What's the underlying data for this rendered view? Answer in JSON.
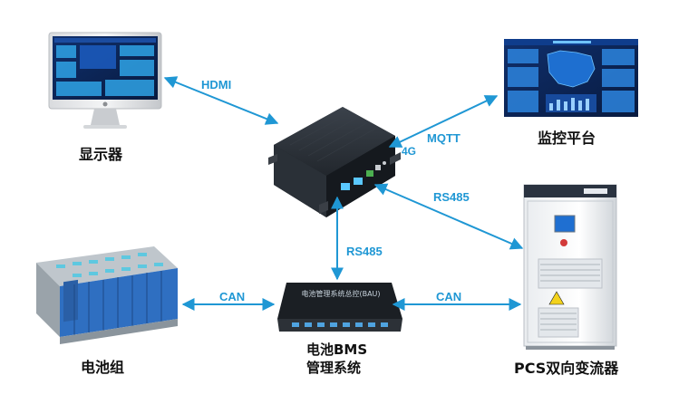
{
  "nodes": {
    "monitor": "显示器",
    "platform": "监控平台",
    "battery": "电池组",
    "bms_line1": "电池BMS",
    "bms_line2": "管理系统",
    "pcs": "PCS双向变流器",
    "bms_panel_text": "电池管理系统总控(BAU)",
    "gateway_port_label": "4G"
  },
  "connections": {
    "hdmi": "HDMI",
    "mqtt": "MQTT",
    "rs485_pcs": "RS485",
    "rs485_bms": "RS485",
    "can_battery": "CAN",
    "can_pcs": "CAN"
  },
  "colors": {
    "arrow": "#1f97d4",
    "screen_bg": "#0b1f4d",
    "device_dark": "#2a2f36"
  }
}
